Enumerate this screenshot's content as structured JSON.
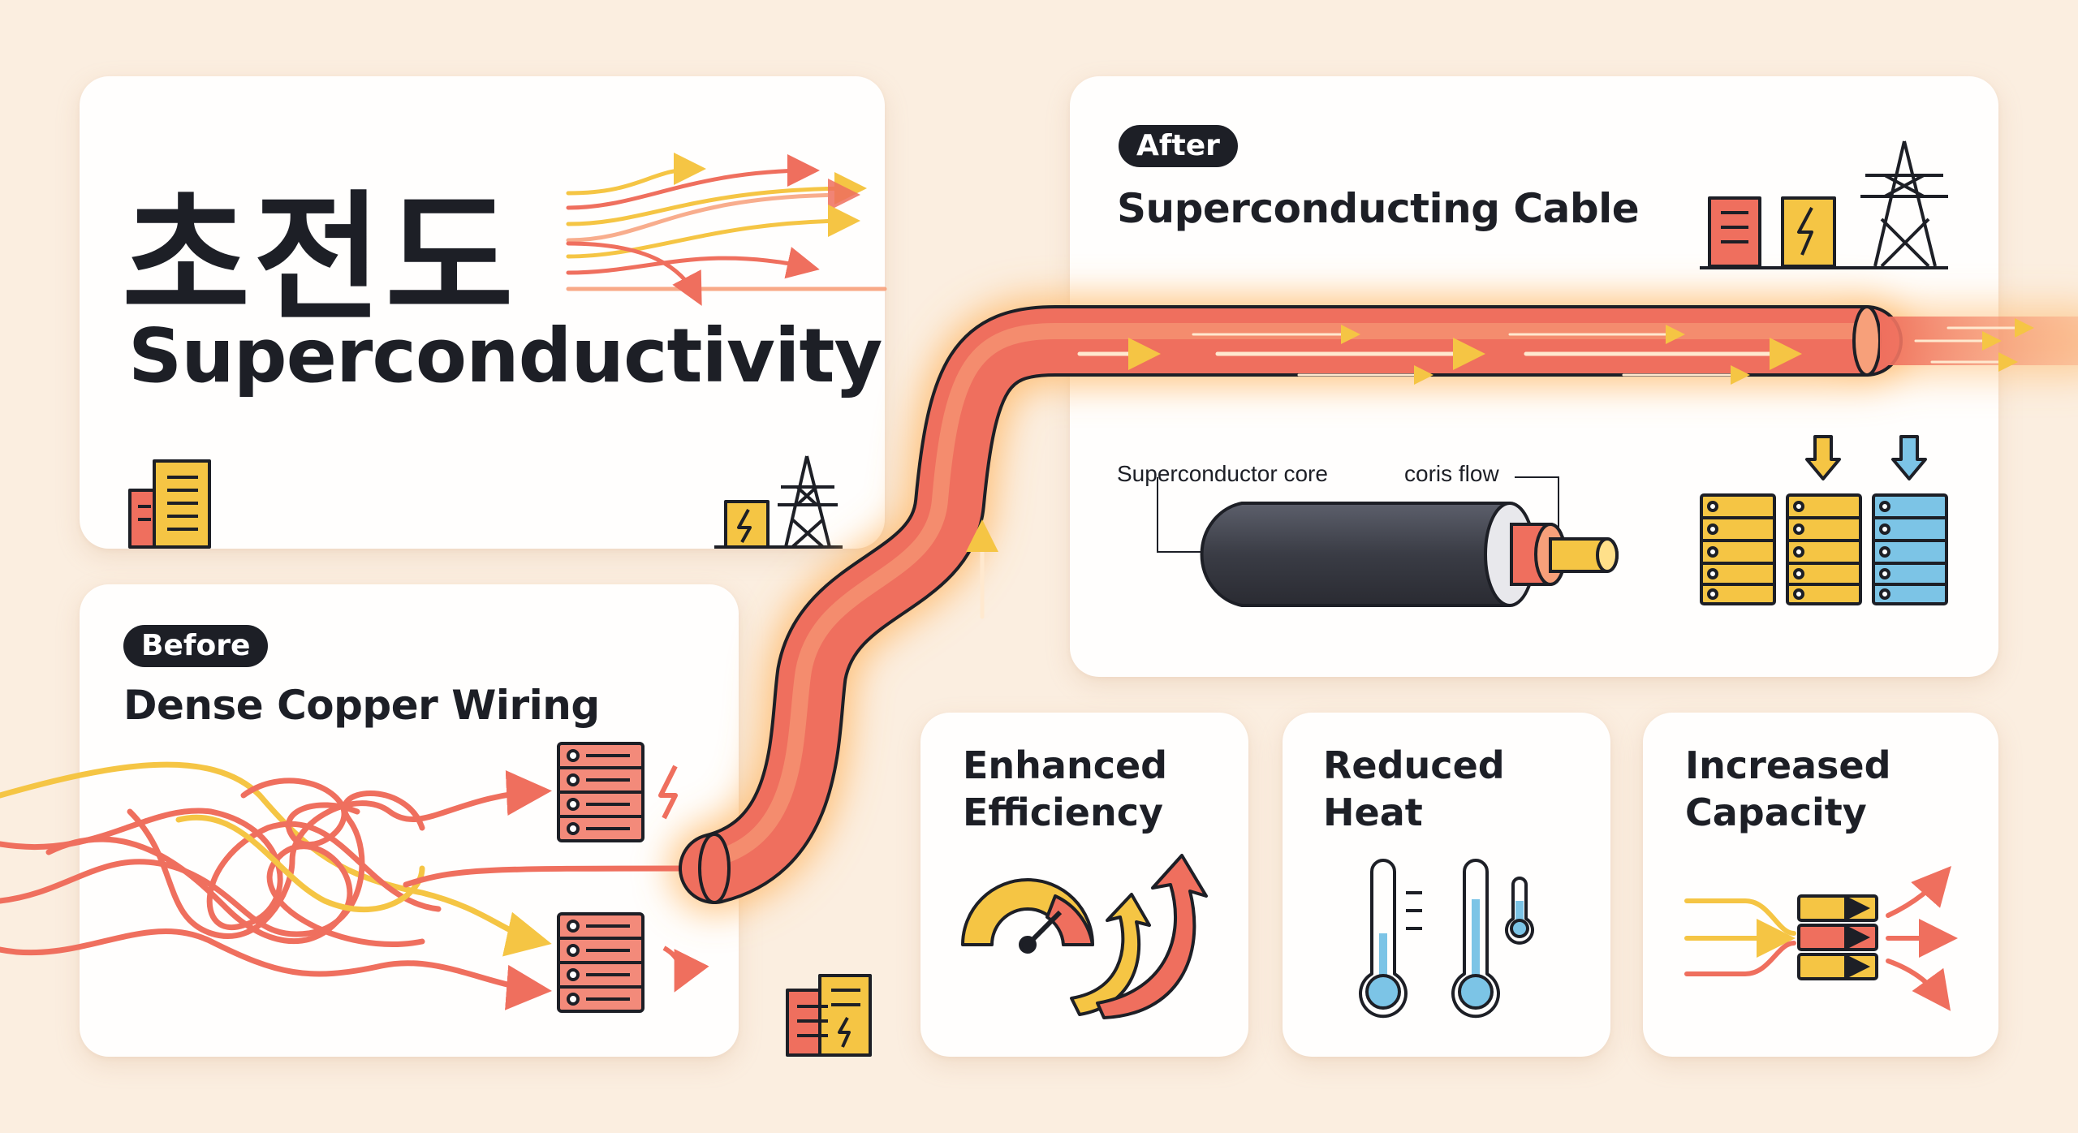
{
  "title": {
    "korean": "초전도",
    "english": "Superconductivity"
  },
  "before": {
    "badge": "Before",
    "heading": "Dense Copper Wiring"
  },
  "after": {
    "badge": "After",
    "heading": "Superconducting Cable",
    "core_label": "Superconductor core",
    "flow_label": "coris flow"
  },
  "benefits": [
    {
      "title": "Enhanced Efficiency",
      "icon": "gauge-arrows-icon"
    },
    {
      "title": "Reduced Heat",
      "icon": "thermometers-icon"
    },
    {
      "title": "Increased Capacity",
      "icon": "flow-expansion-icon"
    }
  ],
  "colors": {
    "background": "#fbeee0",
    "card": "#fffefd",
    "coral": "#ef6f5e",
    "yellow": "#f5c544",
    "blue": "#7cc4e6",
    "dark": "#1d1f26",
    "glow": "#ffc46b"
  }
}
